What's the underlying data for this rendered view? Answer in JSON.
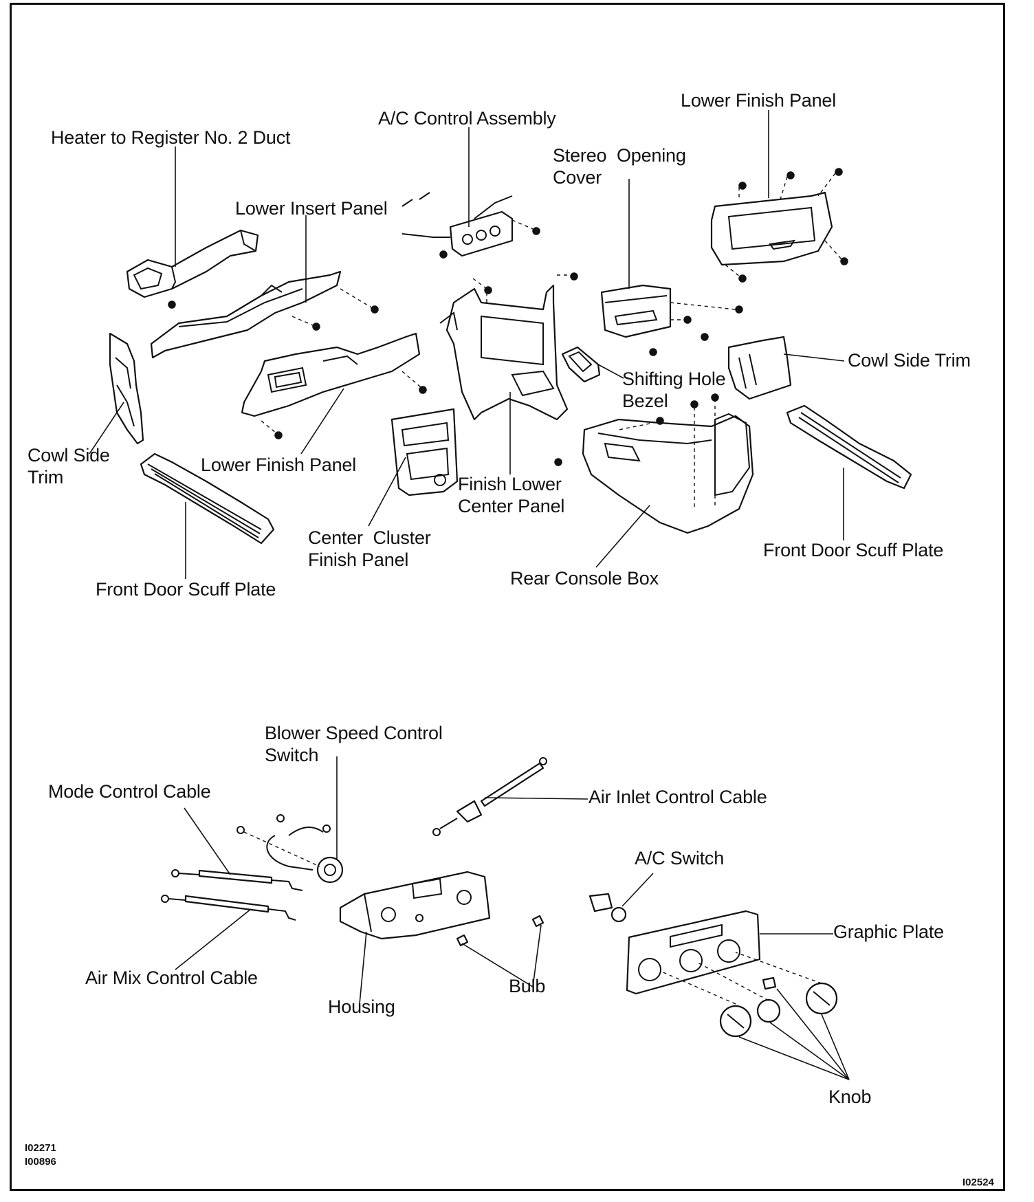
{
  "labels": {
    "heater_duct": "Heater to Register No. 2 Duct",
    "ac_control_assembly": "A/C Control Assembly",
    "lower_finish_panel_right": "Lower Finish Panel",
    "stereo_opening_cover": "Stereo  Opening\nCover",
    "lower_insert_panel": "Lower Insert Panel",
    "cowl_side_trim_right": "Cowl Side Trim",
    "shifting_hole_bezel": "Shifting Hole\nBezel",
    "cowl_side_trim_left": "Cowl Side\nTrim",
    "lower_finish_panel_left": "Lower Finish Panel",
    "finish_lower_center_panel": "Finish Lower\nCenter Panel",
    "center_cluster_finish_panel": "Center  Cluster\nFinish Panel",
    "front_door_scuff_plate_right": "Front Door Scuff Plate",
    "front_door_scuff_plate_left": "Front Door Scuff Plate",
    "rear_console_box": "Rear Console Box",
    "blower_speed_control_switch": "Blower Speed Control\nSwitch",
    "mode_control_cable": "Mode Control Cable",
    "air_inlet_control_cable": "Air Inlet Control Cable",
    "ac_switch": "A/C Switch",
    "graphic_plate": "Graphic Plate",
    "air_mix_control_cable": "Air Mix Control Cable",
    "bulb": "Bulb",
    "housing": "Housing",
    "knob": "Knob"
  },
  "codes": {
    "bottom_left_1": "I02271",
    "bottom_left_2": "I00896",
    "bottom_right": "I02524"
  }
}
